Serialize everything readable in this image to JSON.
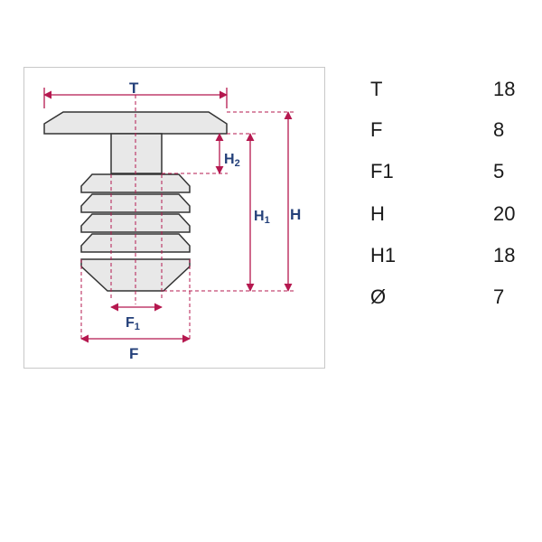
{
  "diagram": {
    "labels": {
      "t": "T",
      "h2_main": "H",
      "h2_sub": "2",
      "h1_main": "H",
      "h1_sub": "1",
      "h": "H",
      "f1_main": "F",
      "f1_sub": "1",
      "f": "F"
    },
    "colors": {
      "dimension": "#b5184f",
      "label": "#24407a",
      "part_fill": "#e8e8e8",
      "part_stroke": "#333333"
    }
  },
  "specs": [
    {
      "label": "T",
      "value": "18"
    },
    {
      "label": "F",
      "value": "8"
    },
    {
      "label": "F1",
      "value": "5"
    },
    {
      "label": "H",
      "value": "20"
    },
    {
      "label": "H1",
      "value": "18"
    },
    {
      "label": "Ø",
      "value": "7"
    }
  ]
}
